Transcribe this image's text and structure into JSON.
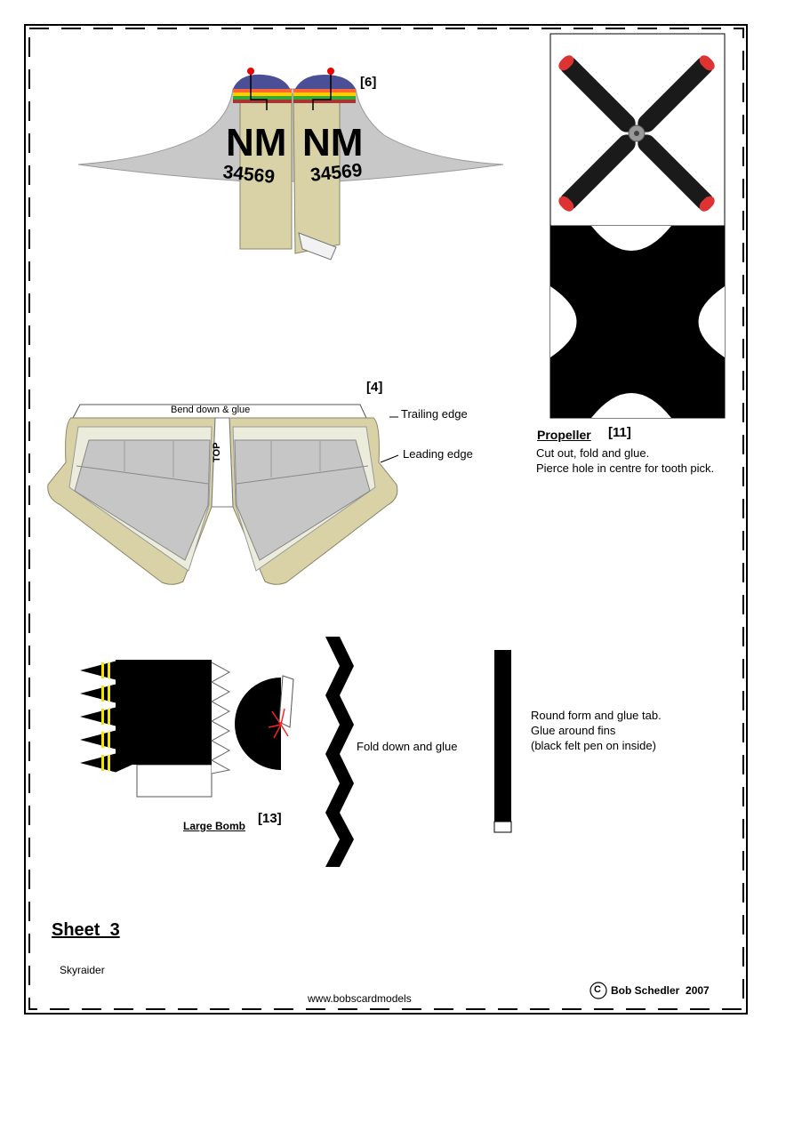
{
  "stabilizer": {
    "part_number": "[6]",
    "left_code": "NM",
    "right_code": "NM",
    "left_serial": "34569",
    "right_serial": "34569"
  },
  "propeller": {
    "title": "Propeller",
    "part_number": "[11]",
    "instructions": [
      "Cut out, fold and glue.",
      "Pierce hole in centre for tooth pick."
    ]
  },
  "wing": {
    "part_number": "[4]",
    "bend_label": "Bend down & glue",
    "top_label": "TOP",
    "trailing_edge": "Trailing edge",
    "leading_edge": "Leading edge"
  },
  "bomb": {
    "title": "Large Bomb",
    "part_number": "[13]",
    "fold_label": "Fold down and glue",
    "band_instructions": [
      "Round form and glue tab.",
      "Glue around fins",
      "(black felt pen on inside)"
    ]
  },
  "footer": {
    "sheet_title": "Sheet  3",
    "model_name": "Skyraider",
    "website": "www.bobscardmodels",
    "copyright_symbol": "C",
    "author": "Bob Schedler  2007"
  }
}
